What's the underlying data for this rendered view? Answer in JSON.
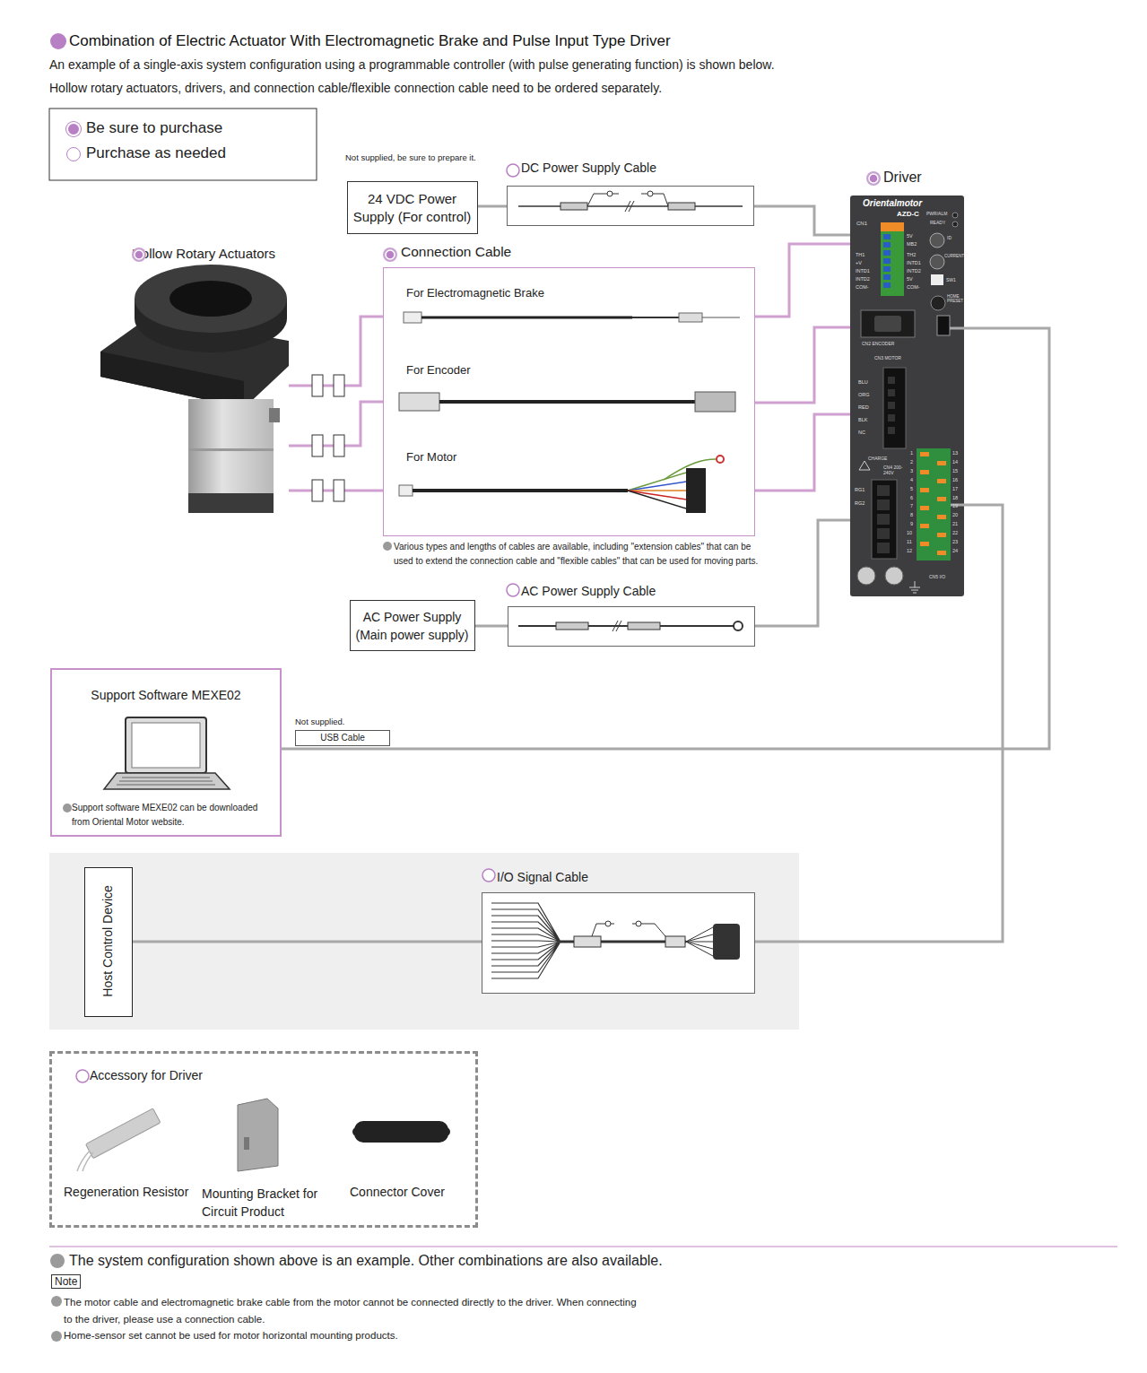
{
  "diagram": {
    "title": "Combination of Electric Actuator With Electromagnetic Brake and Pulse Input Type Driver",
    "nodes": [
      {
        "text": [
          "24 VDC Power Supply (For control)"
        ]
      },
      {
        "text": [
          "DC Power Supply Cable"
        ]
      },
      {
        "text": [
          "Driver"
        ]
      },
      {
        "text": [
          "Hollow Rotary Actuators"
        ]
      },
      {
        "text": [
          "Connection Cable",
          "For Electromagnetic Brake",
          "For Encoder",
          "For Motor"
        ]
      },
      {
        "text": [
          "AC Power Supply (Main power supply)"
        ]
      },
      {
        "text": [
          "AC Power Supply Cable"
        ]
      },
      {
        "text": [
          "Support Software MEXE02",
          "Support software MEXE02 can be downloaded from Oriental Motor website."
        ]
      },
      {
        "text": [
          "Host Control Device"
        ]
      },
      {
        "text": [
          "I/O Signal Cable"
        ]
      },
      {
        "text": [
          "Accessory for Driver",
          "Regeneration Resistor",
          "Mounting Bracket for Circuit Product",
          "Connector Cover"
        ]
      }
    ],
    "edges": [
      {
        "from": 0,
        "to": 1,
        "arrow": "none"
      },
      {
        "from": 1,
        "to": 2,
        "arrow": "none"
      },
      {
        "from": 3,
        "to": 4,
        "arrow": "none"
      },
      {
        "from": 3,
        "to": 4,
        "arrow": "none"
      },
      {
        "from": 3,
        "to": 4,
        "arrow": "none"
      },
      {
        "from": 4,
        "to": 2,
        "arrow": "none"
      },
      {
        "from": 4,
        "to": 2,
        "arrow": "none"
      },
      {
        "from": 4,
        "to": 2,
        "arrow": "none"
      },
      {
        "from": 5,
        "to": 6,
        "arrow": "none"
      },
      {
        "from": 6,
        "to": 2,
        "arrow": "none"
      },
      {
        "from": 7,
        "to": 2,
        "label": "USB Cable",
        "arrow": "none"
      },
      {
        "from": 8,
        "to": 9,
        "arrow": "none"
      },
      {
        "from": 9,
        "to": 2,
        "arrow": "none"
      }
    ],
    "labels": [
      "An example of a single-axis system configuration using a programmable controller (with pulse generating function) is shown below.",
      "Hollow rotary actuators, drivers, and connection cable/flexible connection cable need to be ordered separately.",
      "Not supplied, be sure to prepare it.",
      "Various types and lengths of cables are available, including \"extension cables\" that can be used to extend the connection cable and \"flexible cables\" that can be used for moving parts.",
      "Not supplied.",
      "The system configuration shown above is an example. Other combinations are also available.",
      "Note",
      "The motor cable and electromagnetic brake cable from the motor cannot be connected directly to the driver. When connecting to the driver, please use a connection cable.",
      "Home-sensor set cannot be used for motor horizontal mounting products.",
      "Orientalmotor",
      "AZD-C",
      "PWR/ALM",
      "READY",
      "CN1",
      "TH1",
      "+V",
      "INTD1",
      "INTD2",
      "COM-",
      "5V",
      "MB2",
      "TH2",
      "INTD1",
      "INTD2",
      "5V",
      "COM-",
      "ID",
      "CURRENT",
      "SW1",
      "HOME PRESET",
      "CN2 ENCODER",
      "CN3 MOTOR",
      "BLU",
      "ORG",
      "RED",
      "BLK",
      "NC",
      "CHARGE",
      "CN4 200-240V",
      "RG1",
      "RG2",
      "CN5 I/O",
      "1",
      "2",
      "3",
      "4",
      "5",
      "6",
      "7",
      "8",
      "9",
      "10",
      "11",
      "12",
      "13",
      "14",
      "15",
      "16",
      "17",
      "18",
      "19",
      "20",
      "21",
      "22",
      "23",
      "24"
    ],
    "legend": [
      {
        "text": "Be sure to purchase",
        "color": "#b77fc4"
      },
      {
        "text": "Purchase as needed"
      }
    ]
  }
}
